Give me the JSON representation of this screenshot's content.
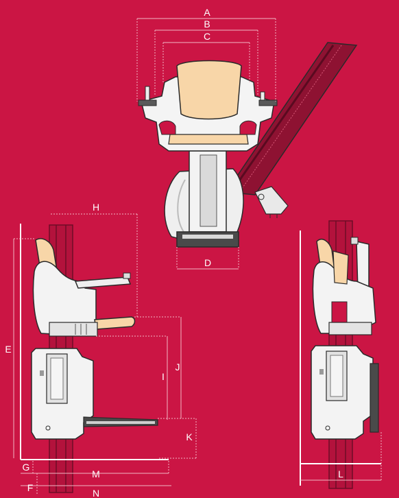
{
  "labels": {
    "A": "A",
    "B": "B",
    "C": "C",
    "D": "D",
    "E": "E",
    "F": "F",
    "G": "G",
    "H": "H",
    "I": "I",
    "J": "J",
    "K": "K",
    "L": "L",
    "M": "M",
    "N": "N"
  },
  "colors": {
    "background": "#CB1544",
    "dimension_lines": "#F2B7C4",
    "body_white": "#F3F3F3",
    "body_shade": "#D8D8D8",
    "seat_cream": "#F8D6A8",
    "rail_dark": "#7E0F2C",
    "outline": "#2A2A2A"
  }
}
